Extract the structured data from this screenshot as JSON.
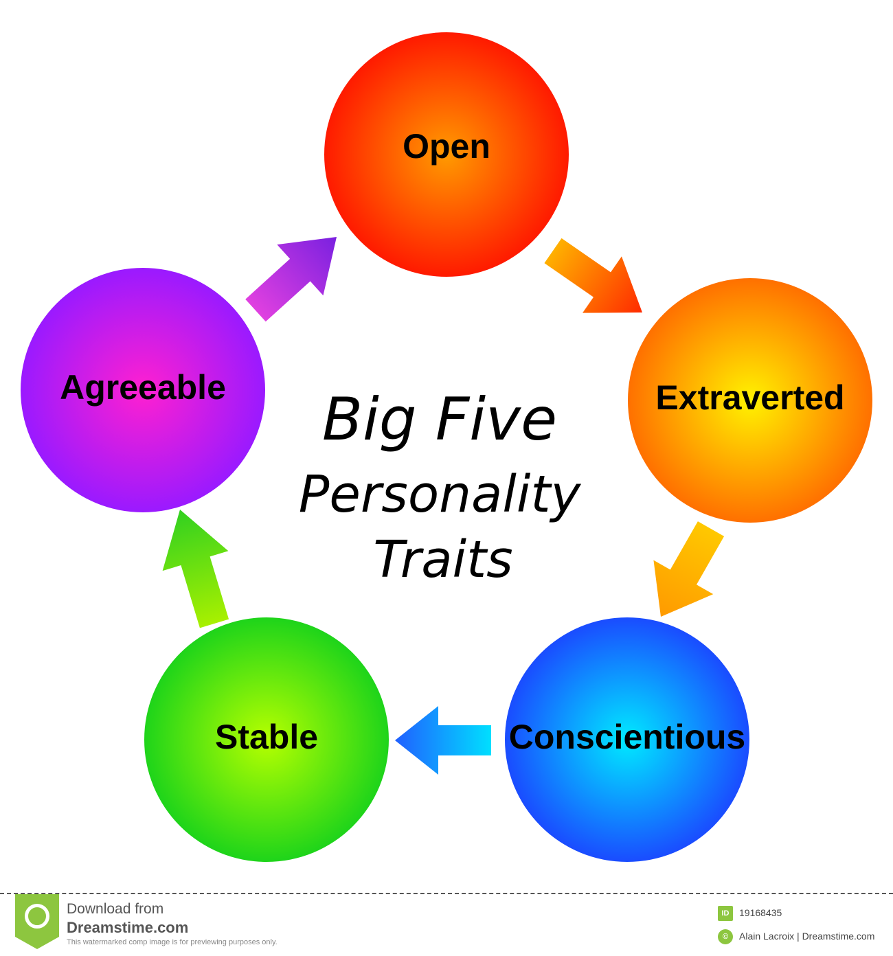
{
  "title": {
    "line1": "Big Five",
    "line2": "Personality",
    "line3": "Traits"
  },
  "traits": [
    {
      "label": "Open",
      "inner": "#ff9a00",
      "outer": "#ff1a00"
    },
    {
      "label": "Extraverted",
      "inner": "#fff200",
      "outer": "#ff7000"
    },
    {
      "label": "Conscientious",
      "inner": "#00eaff",
      "outer": "#1a4cff"
    },
    {
      "label": "Stable",
      "inner": "#b6ff00",
      "outer": "#1ed41a"
    },
    {
      "label": "Agreeable",
      "inner": "#ff20d0",
      "outer": "#9a1aff"
    }
  ],
  "arrows": [
    {
      "from": "Open",
      "to": "Extraverted",
      "c1": "#ffb000",
      "c2": "#ff2a00"
    },
    {
      "from": "Extraverted",
      "to": "Conscientious",
      "c1": "#ffc800",
      "c2": "#ff9a00"
    },
    {
      "from": "Conscientious",
      "to": "Stable",
      "c1": "#00dfff",
      "c2": "#2060ff"
    },
    {
      "from": "Stable",
      "to": "Agreeable",
      "c1": "#a8f000",
      "c2": "#30d020"
    },
    {
      "from": "Agreeable",
      "to": "Open",
      "c1": "#e040e0",
      "c2": "#7a20e0"
    }
  ],
  "footer": {
    "download_from": "Download from",
    "site": "Dreamstime.com",
    "notice": "This watermarked comp image is for previewing purposes only.",
    "id_icon": "ID",
    "id": "19168435",
    "copyright_icon": "©",
    "credit": "Alain Lacroix | Dreamstime.com"
  }
}
